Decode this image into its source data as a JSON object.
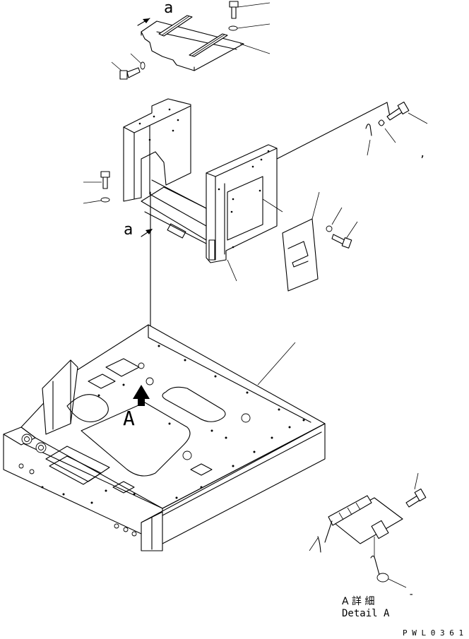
{
  "labels": {
    "view_a_top": "a",
    "view_a_side": "a",
    "view_A": "A",
    "detail_jp": "A 詳 細",
    "detail_en": "Detail A",
    "drawing_code": "P W L 0 3 6 1",
    "dash_mark": "-",
    "comma_mark": ","
  }
}
